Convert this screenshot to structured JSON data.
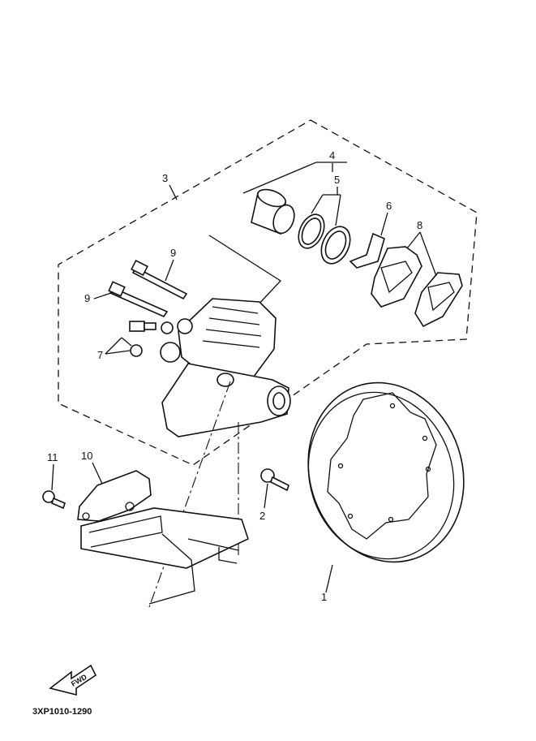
{
  "diagram": {
    "callouts": {
      "c1": "1",
      "c2": "2",
      "c3": "3",
      "c4": "4",
      "c5": "5",
      "c6": "6",
      "c7": "7",
      "c8": "8",
      "c9a": "9",
      "c9b": "9",
      "c10": "10",
      "c11": "11"
    },
    "fwd_label": "FWD",
    "drawing_code": "3XP1010-1290"
  }
}
